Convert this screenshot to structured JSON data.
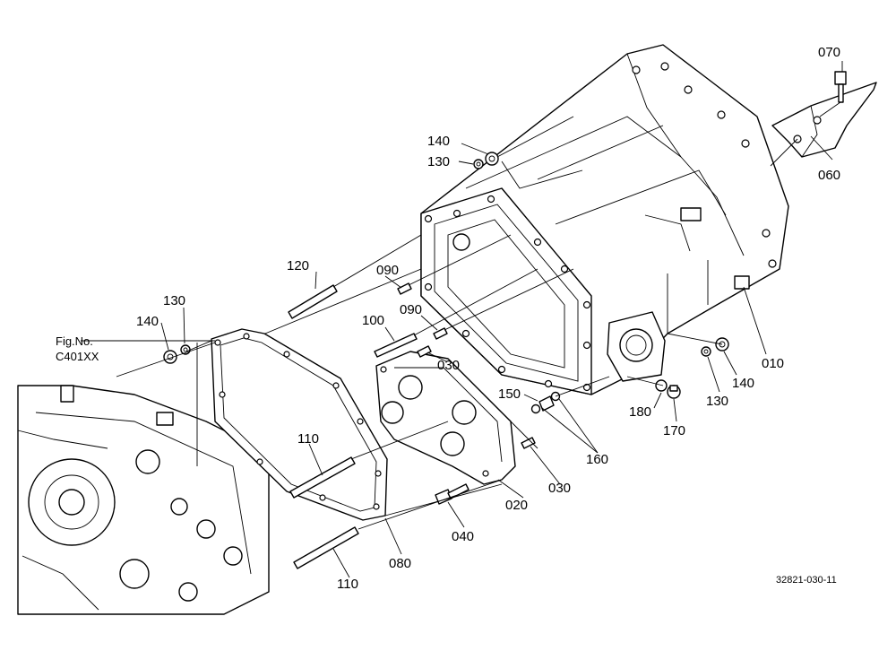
{
  "figure": {
    "ref_line1": "Fig.No.",
    "ref_line2": "C401XX",
    "drawing_code": "32821-030-11"
  },
  "callouts": {
    "p010": "010",
    "p020": "020",
    "p030a": "030",
    "p030b": "030",
    "p040": "040",
    "p060": "060",
    "p070": "070",
    "p080": "080",
    "p090a": "090",
    "p090b": "090",
    "p100": "100",
    "p110a": "110",
    "p110b": "110",
    "p120": "120",
    "p130a": "130",
    "p130b": "130",
    "p130c": "130",
    "p140a": "140",
    "p140b": "140",
    "p140c": "140",
    "p150": "150",
    "p160": "160",
    "p170": "170",
    "p180": "180"
  }
}
